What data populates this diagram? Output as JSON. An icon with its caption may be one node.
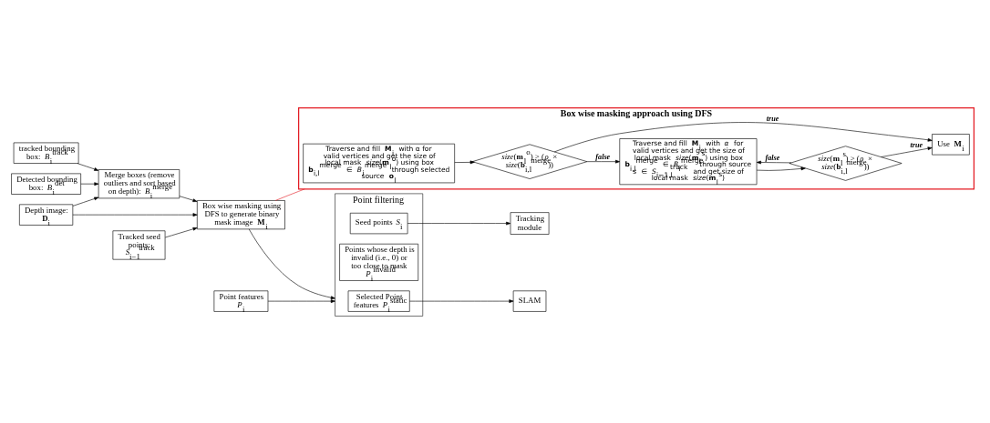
{
  "diagram": {
    "nodes": [
      {
        "text": [
          "Detected bounding box: *B*$_{i}$$^{det}$"
        ]
      },
      {
        "text": [
          "tracked bounding box: *B*$_{i}$$^{track}$"
        ]
      },
      {
        "text": [
          "Merge boxes (remove outliers and sort based on depth): *B*$_{i}$$^{merge}$"
        ]
      },
      {
        "text": [
          "Depth image: **D**$_{i}$"
        ]
      },
      {
        "text": [
          "Box wise masking using DFS to generate binary mask image **M**$_{i}$"
        ]
      },
      {
        "text": [
          "Tracked seed points: *S*$_{i−1}$$^{track}$"
        ]
      },
      {
        "text": [
          "SLAM"
        ]
      },
      {
        "text": [
          "Tracking module"
        ]
      },
      {
        "text": [
          "Point features *P*$_{i}$"
        ]
      },
      {
        "text": [
          "Point filtering"
        ]
      },
      {
        "text": [
          "Selected Point features *P*$_{i}$$^{static}$"
        ],
        "in": 9
      },
      {
        "text": [
          "Points whose depth is invalid (i.e., 0) or too close to mask *P*$_{i}$$^{invalid}$"
        ],
        "in": 9
      },
      {
        "text": [
          "Seed points *S*$_{i}$"
        ],
        "in": 9
      },
      {
        "text": [
          "Box wise masking approach using DFS"
        ]
      },
      {
        "text": [
          "Traverse and fill **M**$_{i}$ with α for valid vertices and get the size of local mask *size*(**m**$_{l}$$^{o}$) using box **b**$_{i,l}$$^{merge}$ ∈ *B*$_{i}$$^{merge}$ through selected source **o**$_{l}$"
        ],
        "in": 13
      },
      {
        "text": [
          "*size*(**m**$_{l}$$^{o}$) > (*ρ* × *size*(**b**$_{i,l}$$^{merge}$))"
        ],
        "in": 13
      },
      {
        "text": [
          "Traverse and fill **M**$_{i}$ with *α* for valid vertices and get the size of local mask *size*(**m**$_{l}$$^{s}$) using box **b**$_{i,l}$$^{merge}$ ∈ *B*$_{i}$$^{merge}$through source *s* ∈ *S*$_{i−1,l}$$^{track}$ and get size of local mask *size*(**m**$_{l}$$^{s}$)"
        ],
        "in": 13
      },
      {
        "text": [
          "*size*(**m**$_{l}$$^{s}$) > (*ρ* × *size*(**b**$_{i,l}$$^{merge}$))"
        ],
        "in": 13
      },
      {
        "text": [
          "Use **M**$_{i}$"
        ],
        "in": 13
      }
    ],
    "edges": [
      {
        "from": 0,
        "to": 2,
        "arrow": "to"
      },
      {
        "from": 1,
        "to": 2,
        "arrow": "to"
      },
      {
        "from": 3,
        "to": 2,
        "arrow": "to"
      },
      {
        "from": 3,
        "to": 4,
        "arrow": "to"
      },
      {
        "from": 2,
        "to": 4,
        "arrow": "to"
      },
      {
        "from": 5,
        "to": 4,
        "arrow": "to"
      },
      {
        "from": 4,
        "to": 13,
        "arrow": "none",
        "color": "#e31b23"
      },
      {
        "from": 4,
        "to": 9,
        "arrow": "to"
      },
      {
        "from": 8,
        "to": 9,
        "arrow": "to"
      },
      {
        "from": 10,
        "to": 6,
        "arrow": "to"
      },
      {
        "from": 12,
        "to": 7,
        "arrow": "to"
      },
      {
        "from": 14,
        "to": 15,
        "arrow": "to"
      },
      {
        "from": 15,
        "to": 18,
        "arrow": "to",
        "label": "true"
      },
      {
        "from": 15,
        "to": 16,
        "arrow": "to",
        "label": "false"
      },
      {
        "from": 16,
        "to": 17,
        "arrow": "to"
      },
      {
        "from": 17,
        "to": 18,
        "arrow": "to",
        "label": "true"
      },
      {
        "from": 17,
        "to": 16,
        "arrow": "to",
        "label": "false"
      }
    ]
  }
}
